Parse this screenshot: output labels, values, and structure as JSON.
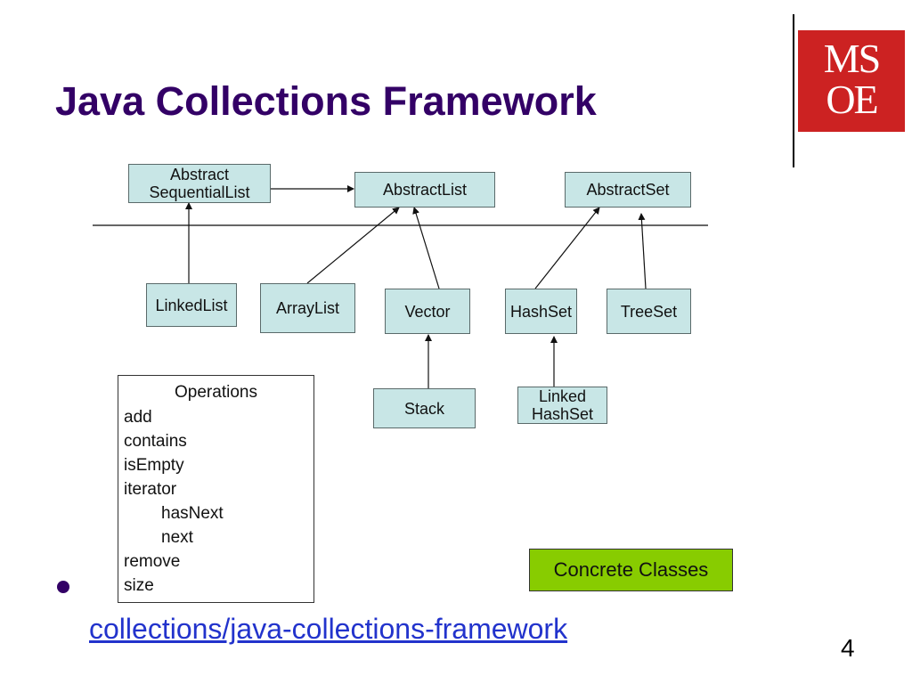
{
  "slide": {
    "title": "Java Collections Framework",
    "page_number": "4",
    "link_text": "collections/java-collections-framework",
    "logo_line1": "MS",
    "logo_line2": "OE"
  },
  "diagram": {
    "nodes": {
      "abstract_sequential_list": "Abstract\nSequentialList",
      "abstract_list": "AbstractList",
      "abstract_set": "AbstractSet",
      "linked_list": "LinkedList",
      "array_list": "ArrayList",
      "vector": "Vector",
      "hash_set": "HashSet",
      "tree_set": "TreeSet",
      "stack": "Stack",
      "linked_hash_set": "Linked\nHashSet"
    },
    "concrete_label": "Concrete Classes",
    "operations": {
      "title": "Operations",
      "items": [
        "add",
        "contains",
        "isEmpty",
        "iterator",
        "hasNext",
        "next",
        "remove",
        "size"
      ]
    },
    "colors": {
      "node_fill": "#c8e6e6",
      "concrete_fill": "#88cc00",
      "title": "#330066",
      "logo": "#cc2222",
      "link": "#2233cc"
    }
  }
}
